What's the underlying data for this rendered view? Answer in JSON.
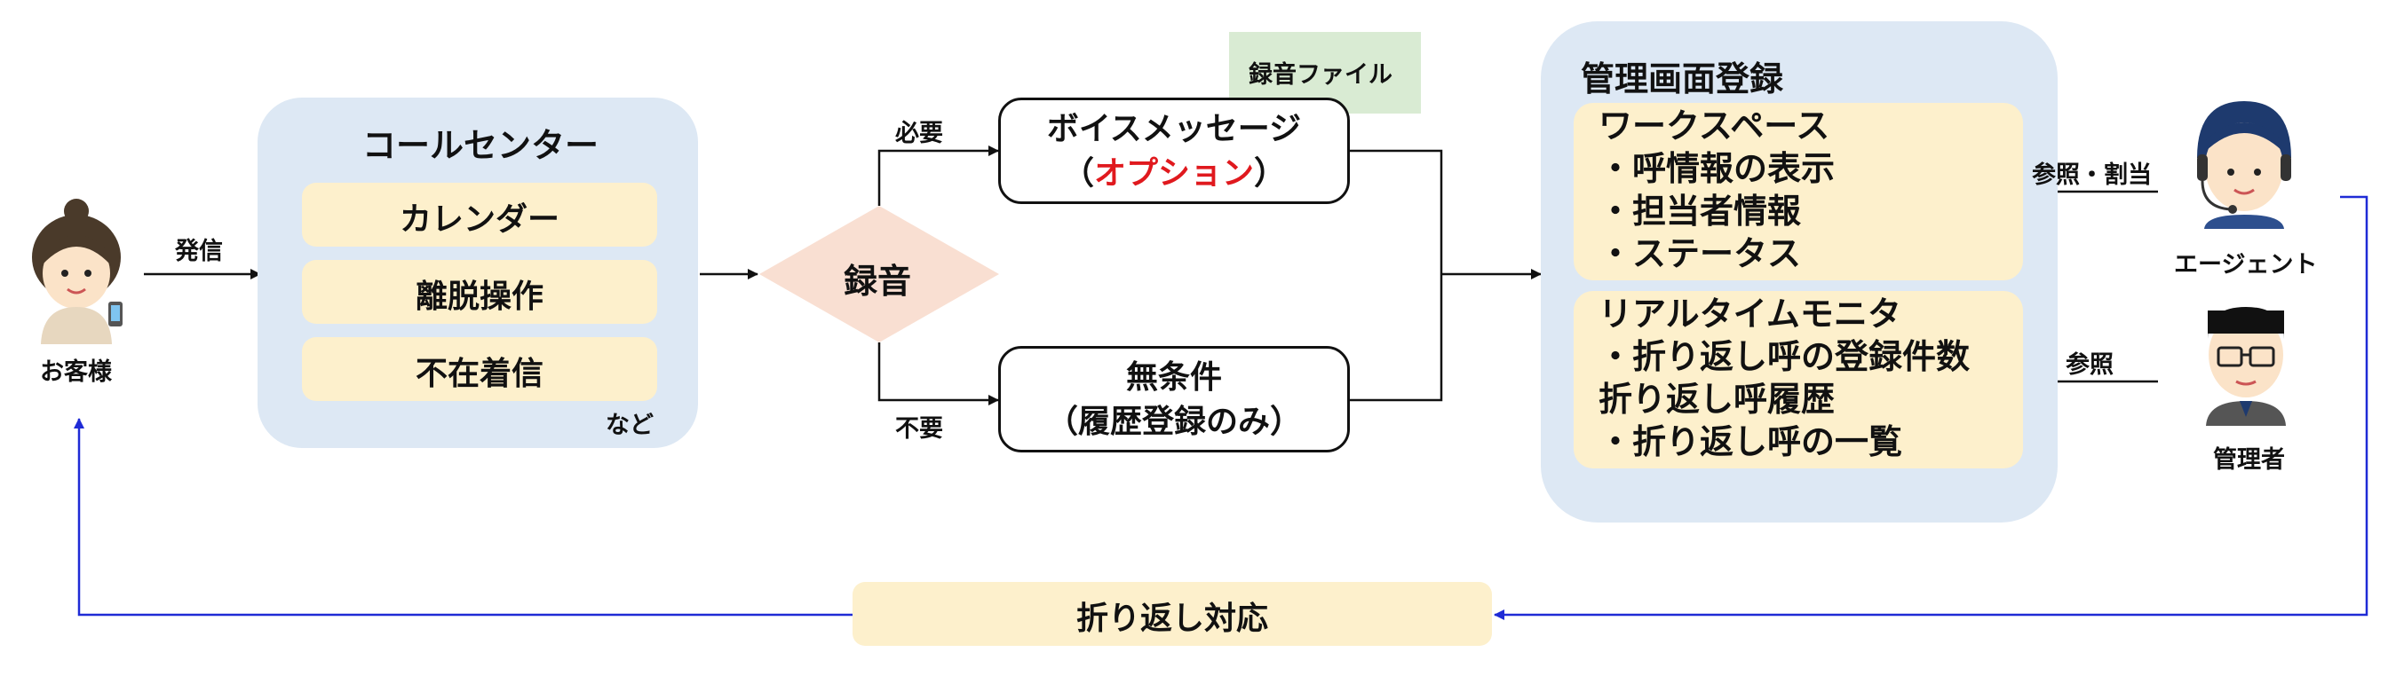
{
  "customer": {
    "label": "お客様",
    "call_label": "発信"
  },
  "call_center": {
    "title": "コールセンター",
    "items": [
      "カレンダー",
      "離脱操作",
      "不在着信"
    ],
    "etc": "など"
  },
  "recording": {
    "label": "録音",
    "required": "必要",
    "not_required": "不要"
  },
  "voice_message": {
    "line1": "ボイスメッセージ",
    "paren_open": "（",
    "option": "オプション",
    "paren_close": "）"
  },
  "audio_file": "録音ファイル",
  "unconditional": {
    "line1": "無条件",
    "line2": "（履歴登録のみ）"
  },
  "admin_screen": {
    "title": "管理画面登録",
    "workspace": [
      "ワークスペース",
      "・呼情報の表示",
      "・担当者情報",
      "・ステータス"
    ],
    "realtime": [
      "リアルタイムモニタ",
      "・折り返し呼の登録件数",
      "折り返し呼履歴",
      "・折り返し呼の一覧"
    ]
  },
  "agent": {
    "label": "エージェント",
    "arrow_label": "参照・割当"
  },
  "manager": {
    "label": "管理者",
    "arrow_label": "参照"
  },
  "callback": "折り返し対応",
  "colors": {
    "panel": "#dde8f4",
    "chip": "#fdf0cc",
    "diamond": "#f9dfd2",
    "note": "#d9ebd3",
    "blue_arrow": "#1f2bd6",
    "option": "#e0191e"
  }
}
